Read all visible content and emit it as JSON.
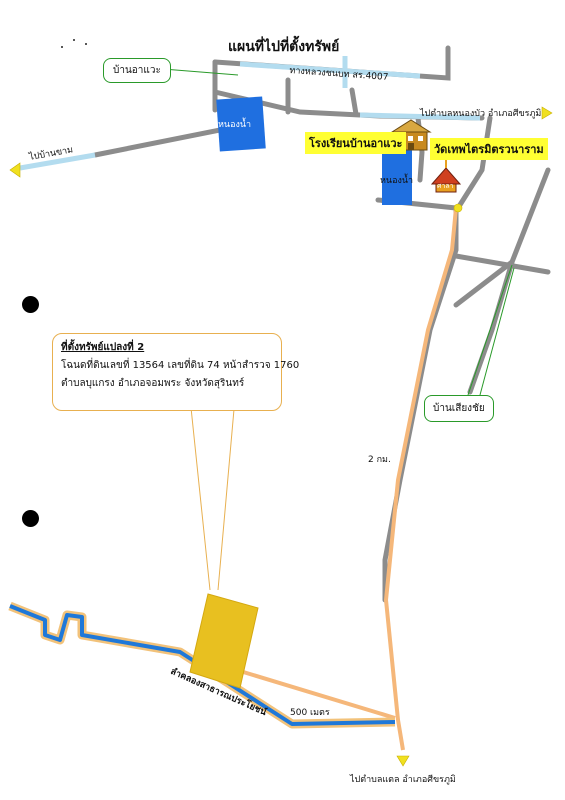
{
  "title": "แผนที่ไปที่ตั้งทรัพย์",
  "labels": {
    "village_top": "บ้านอาแวะ",
    "highway": "ทางหลวงชนบท สร.4007",
    "pond_1": "หนองน้ำ",
    "pond_2": "หนองน้ำ",
    "to_ban_kham": "ไปบ้านขาม",
    "to_nong_bua": "ไปตำบลหนองบัว อำเภอศีขรภูมิ",
    "school": "โรงเรียนบ้านอาแวะ",
    "temple": "วัดเทพไตรมิตรวนาราม",
    "temple_sign": "ศาลา",
    "village_right": "บ้านเสียงชัย",
    "distance_2km": "2 กม.",
    "canal": "ลำคลองสาธารณประโยชน์",
    "distance_500m": "500 เมตร",
    "to_lamdaet": "ไปตำบลแตล อำเภอศีขรภูมิ"
  },
  "property": {
    "line1": "ที่ตั้งทรัพย์แปลงที่ 2",
    "line2": "โฉนดที่ดินเลขที่ 13564 เลขที่ดิน 74 หน้าสำรวจ 1760",
    "line3": "ตำบลบุแกรง อำเภอจอมพระ จังหวัดสุรินทร์"
  },
  "colors": {
    "road": "#8c8c8c",
    "highway": "#b3dcef",
    "pond": "#1f6fe0",
    "canal": "#1f78d8",
    "canal_outline": "#f2c27a",
    "route": "#f5b77a",
    "parcel": "#e8c020",
    "callout_green": "#2a9a2a",
    "callout_orange": "#e8b050",
    "highlight": "#ffff33",
    "arrow": "#f0e020"
  }
}
